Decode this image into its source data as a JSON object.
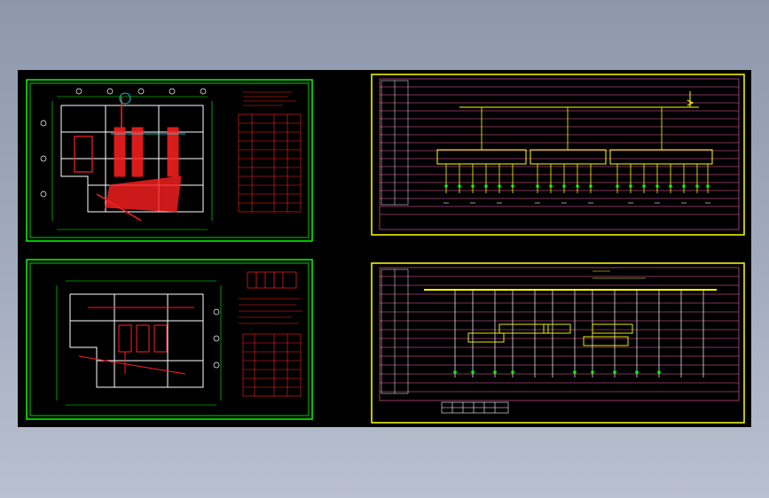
{
  "viewer": {
    "background_top": "#8d98ad",
    "background_bottom": "#b9c0cf",
    "canvas_color": "#000000"
  },
  "sheets": [
    {
      "id": "sheet-1",
      "kind": "floor-plan",
      "border_color": "#00ff00"
    },
    {
      "id": "sheet-2",
      "kind": "single-line-diagram",
      "border_color": "#ffff00"
    },
    {
      "id": "sheet-3",
      "kind": "floor-plan",
      "border_color": "#00ff00"
    },
    {
      "id": "sheet-4",
      "kind": "single-line-diagram",
      "border_color": "#ffff00"
    }
  ],
  "colors": {
    "plan_lines": "#ffffff",
    "plan_markup": "#ff2020",
    "schedule_table": "#ff2020",
    "diagram_lines": "#ff66aa",
    "diagram_busbar": "#ffff00",
    "diagram_breakers": "#ffff00",
    "diagram_terminals": "#00ff00",
    "dimension_lines": "#00ff00",
    "annotation_text": "#ffffff"
  }
}
